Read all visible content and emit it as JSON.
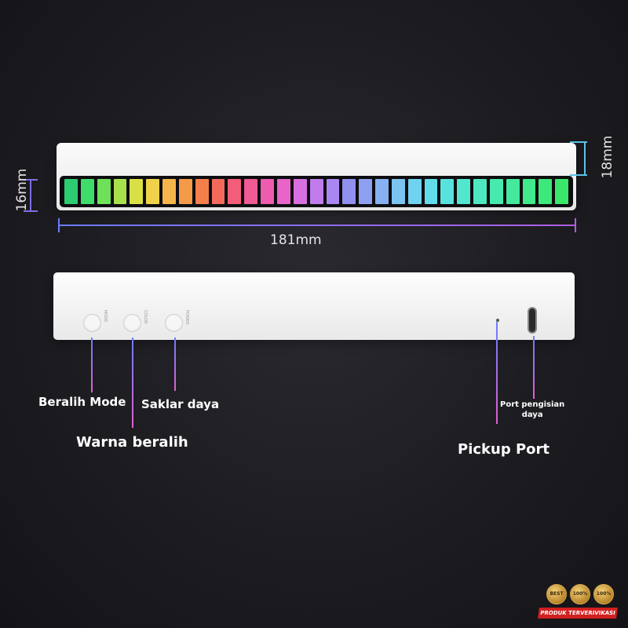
{
  "dimensions": {
    "height_left": "16mm",
    "height_right": "18mm",
    "width": "181mm"
  },
  "led_colors": [
    "#2ecc71",
    "#3fdc6a",
    "#6ee05a",
    "#a7e04c",
    "#d9e045",
    "#f0d24a",
    "#f5b54a",
    "#f59a48",
    "#f47f4a",
    "#f46a5a",
    "#f35d7a",
    "#f05a95",
    "#ee5cb0",
    "#e864c8",
    "#d86fe0",
    "#c07cec",
    "#a987f0",
    "#9090f0",
    "#8ea0f0",
    "#86b0f0",
    "#7cc4f0",
    "#6fd2ef",
    "#62dcea",
    "#58e2de",
    "#52e6cf",
    "#4de8bf",
    "#48e9ae",
    "#44e99d",
    "#40e98b",
    "#3ce97a",
    "#39e86a"
  ],
  "device_labels": {
    "mode": "MODE",
    "color": "COLOR",
    "power": "POWER"
  },
  "labels": {
    "beralih_mode": "Beralih Mode",
    "saklar_daya": "Saklar daya",
    "warna_beralih": "Warna beralih",
    "port_pengisian_line1": "Port pengisian",
    "port_pengisian_line2": "daya",
    "pickup_port": "Pickup Port"
  },
  "badges": {
    "best": "BEST",
    "pct1": "100%",
    "pct2": "100%",
    "verified": "PRODUK TERVERIVIKASI"
  },
  "colors": {
    "callout_blue": "#6a7cff",
    "callout_pink": "#e060d0",
    "dimension": "#7a6fe0"
  }
}
